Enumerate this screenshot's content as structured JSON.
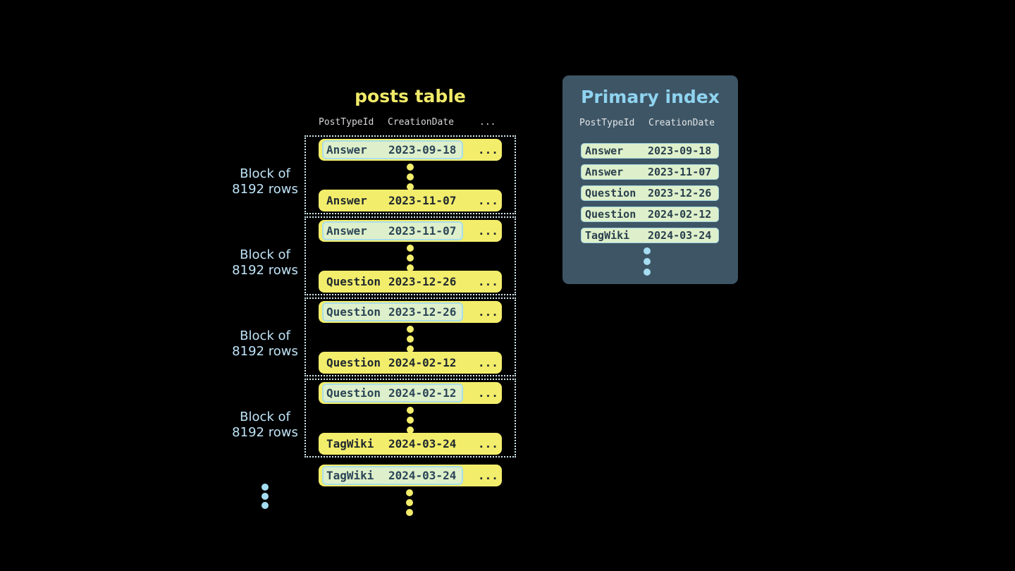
{
  "colors": {
    "background": "#000000",
    "row_yellow": "#f3ed6c",
    "highlight_green": "#def0cb",
    "highlight_border_blue": "#a9deeb",
    "dotted_block_border": "#d6ecf3",
    "panel_background": "#3e5565",
    "panel_title_blue": "#8fd4f0",
    "block_label_blue": "#bfe4f8",
    "title_yellow": "#f0ea68",
    "header_text_gray": "#d8d8d8",
    "dark_row_text": "#20292e",
    "blue_dot": "#a5ddf2"
  },
  "posts_table": {
    "title": "posts table",
    "header": {
      "col1": "PostTypeId",
      "col2": "CreationDate",
      "col3": "..."
    },
    "blocks": [
      {
        "label": {
          "line1": "Block of",
          "line2": "8192 rows"
        },
        "first_row": {
          "post_type": "Answer",
          "creation_date": "2023-09-18",
          "more": "..."
        },
        "last_row": {
          "post_type": "Answer",
          "creation_date": "2023-11-07",
          "more": "..."
        }
      },
      {
        "label": {
          "line1": "Block of",
          "line2": "8192 rows"
        },
        "first_row": {
          "post_type": "Answer",
          "creation_date": "2023-11-07",
          "more": "..."
        },
        "last_row": {
          "post_type": "Question",
          "creation_date": "2023-12-26",
          "more": "..."
        }
      },
      {
        "label": {
          "line1": "Block of",
          "line2": "8192 rows"
        },
        "first_row": {
          "post_type": "Question",
          "creation_date": "2023-12-26",
          "more": "..."
        },
        "last_row": {
          "post_type": "Question",
          "creation_date": "2024-02-12",
          "more": "..."
        }
      },
      {
        "label": {
          "line1": "Block of",
          "line2": "8192 rows"
        },
        "first_row": {
          "post_type": "Question",
          "creation_date": "2024-02-12",
          "more": "..."
        },
        "last_row": {
          "post_type": "TagWiki",
          "creation_date": "2024-03-24",
          "more": "..."
        }
      }
    ],
    "overflow_row": {
      "post_type": "TagWiki",
      "creation_date": "2024-03-24",
      "more": "..."
    }
  },
  "primary_index": {
    "title": "Primary index",
    "header": {
      "col1": "PostTypeId",
      "col2": "CreationDate"
    },
    "rows": [
      {
        "post_type": "Answer",
        "creation_date": "2023-09-18"
      },
      {
        "post_type": "Answer",
        "creation_date": "2023-11-07"
      },
      {
        "post_type": "Question",
        "creation_date": "2023-12-26"
      },
      {
        "post_type": "Question",
        "creation_date": "2024-02-12"
      },
      {
        "post_type": "TagWiki",
        "creation_date": "2024-03-24"
      }
    ]
  }
}
